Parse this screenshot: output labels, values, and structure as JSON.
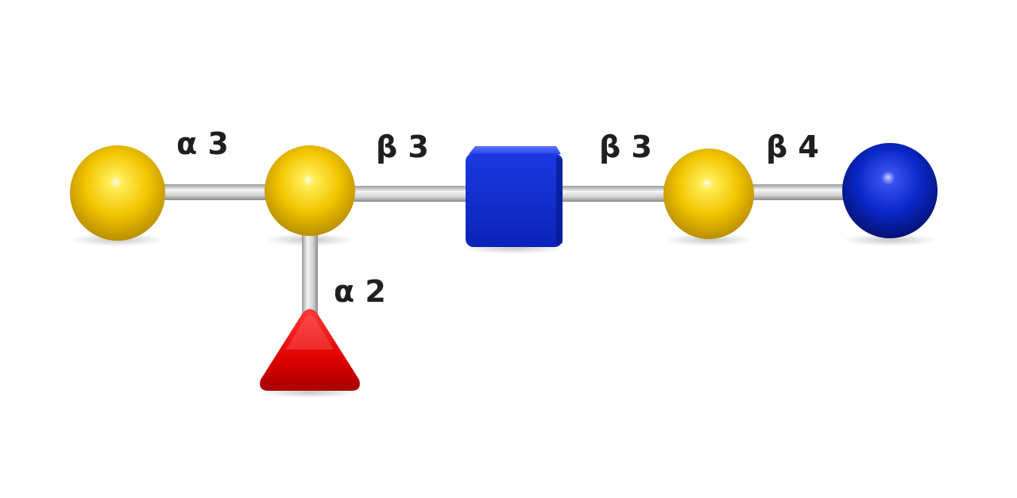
{
  "glycan": {
    "residues": [
      {
        "id": "gal-terminal",
        "shape": "sphere",
        "color": "#f2c500",
        "icon": "yellow-circle"
      },
      {
        "id": "gal-branch",
        "shape": "sphere",
        "color": "#f2c500",
        "icon": "yellow-circle"
      },
      {
        "id": "fucose",
        "shape": "triangle",
        "color": "#e00000",
        "icon": "red-triangle"
      },
      {
        "id": "glcnac",
        "shape": "cube",
        "color": "#0a28c8",
        "icon": "blue-square"
      },
      {
        "id": "gal-inner",
        "shape": "sphere",
        "color": "#f2c500",
        "icon": "yellow-circle"
      },
      {
        "id": "glc-reducing",
        "shape": "sphere",
        "color": "#0a28c8",
        "icon": "blue-circle"
      }
    ],
    "linkages": {
      "l1": "α 3",
      "l2": "β 3",
      "l3": "α 2",
      "l4": "β 3",
      "l5": "β 4"
    },
    "bond_color": "#c8c8c8"
  }
}
